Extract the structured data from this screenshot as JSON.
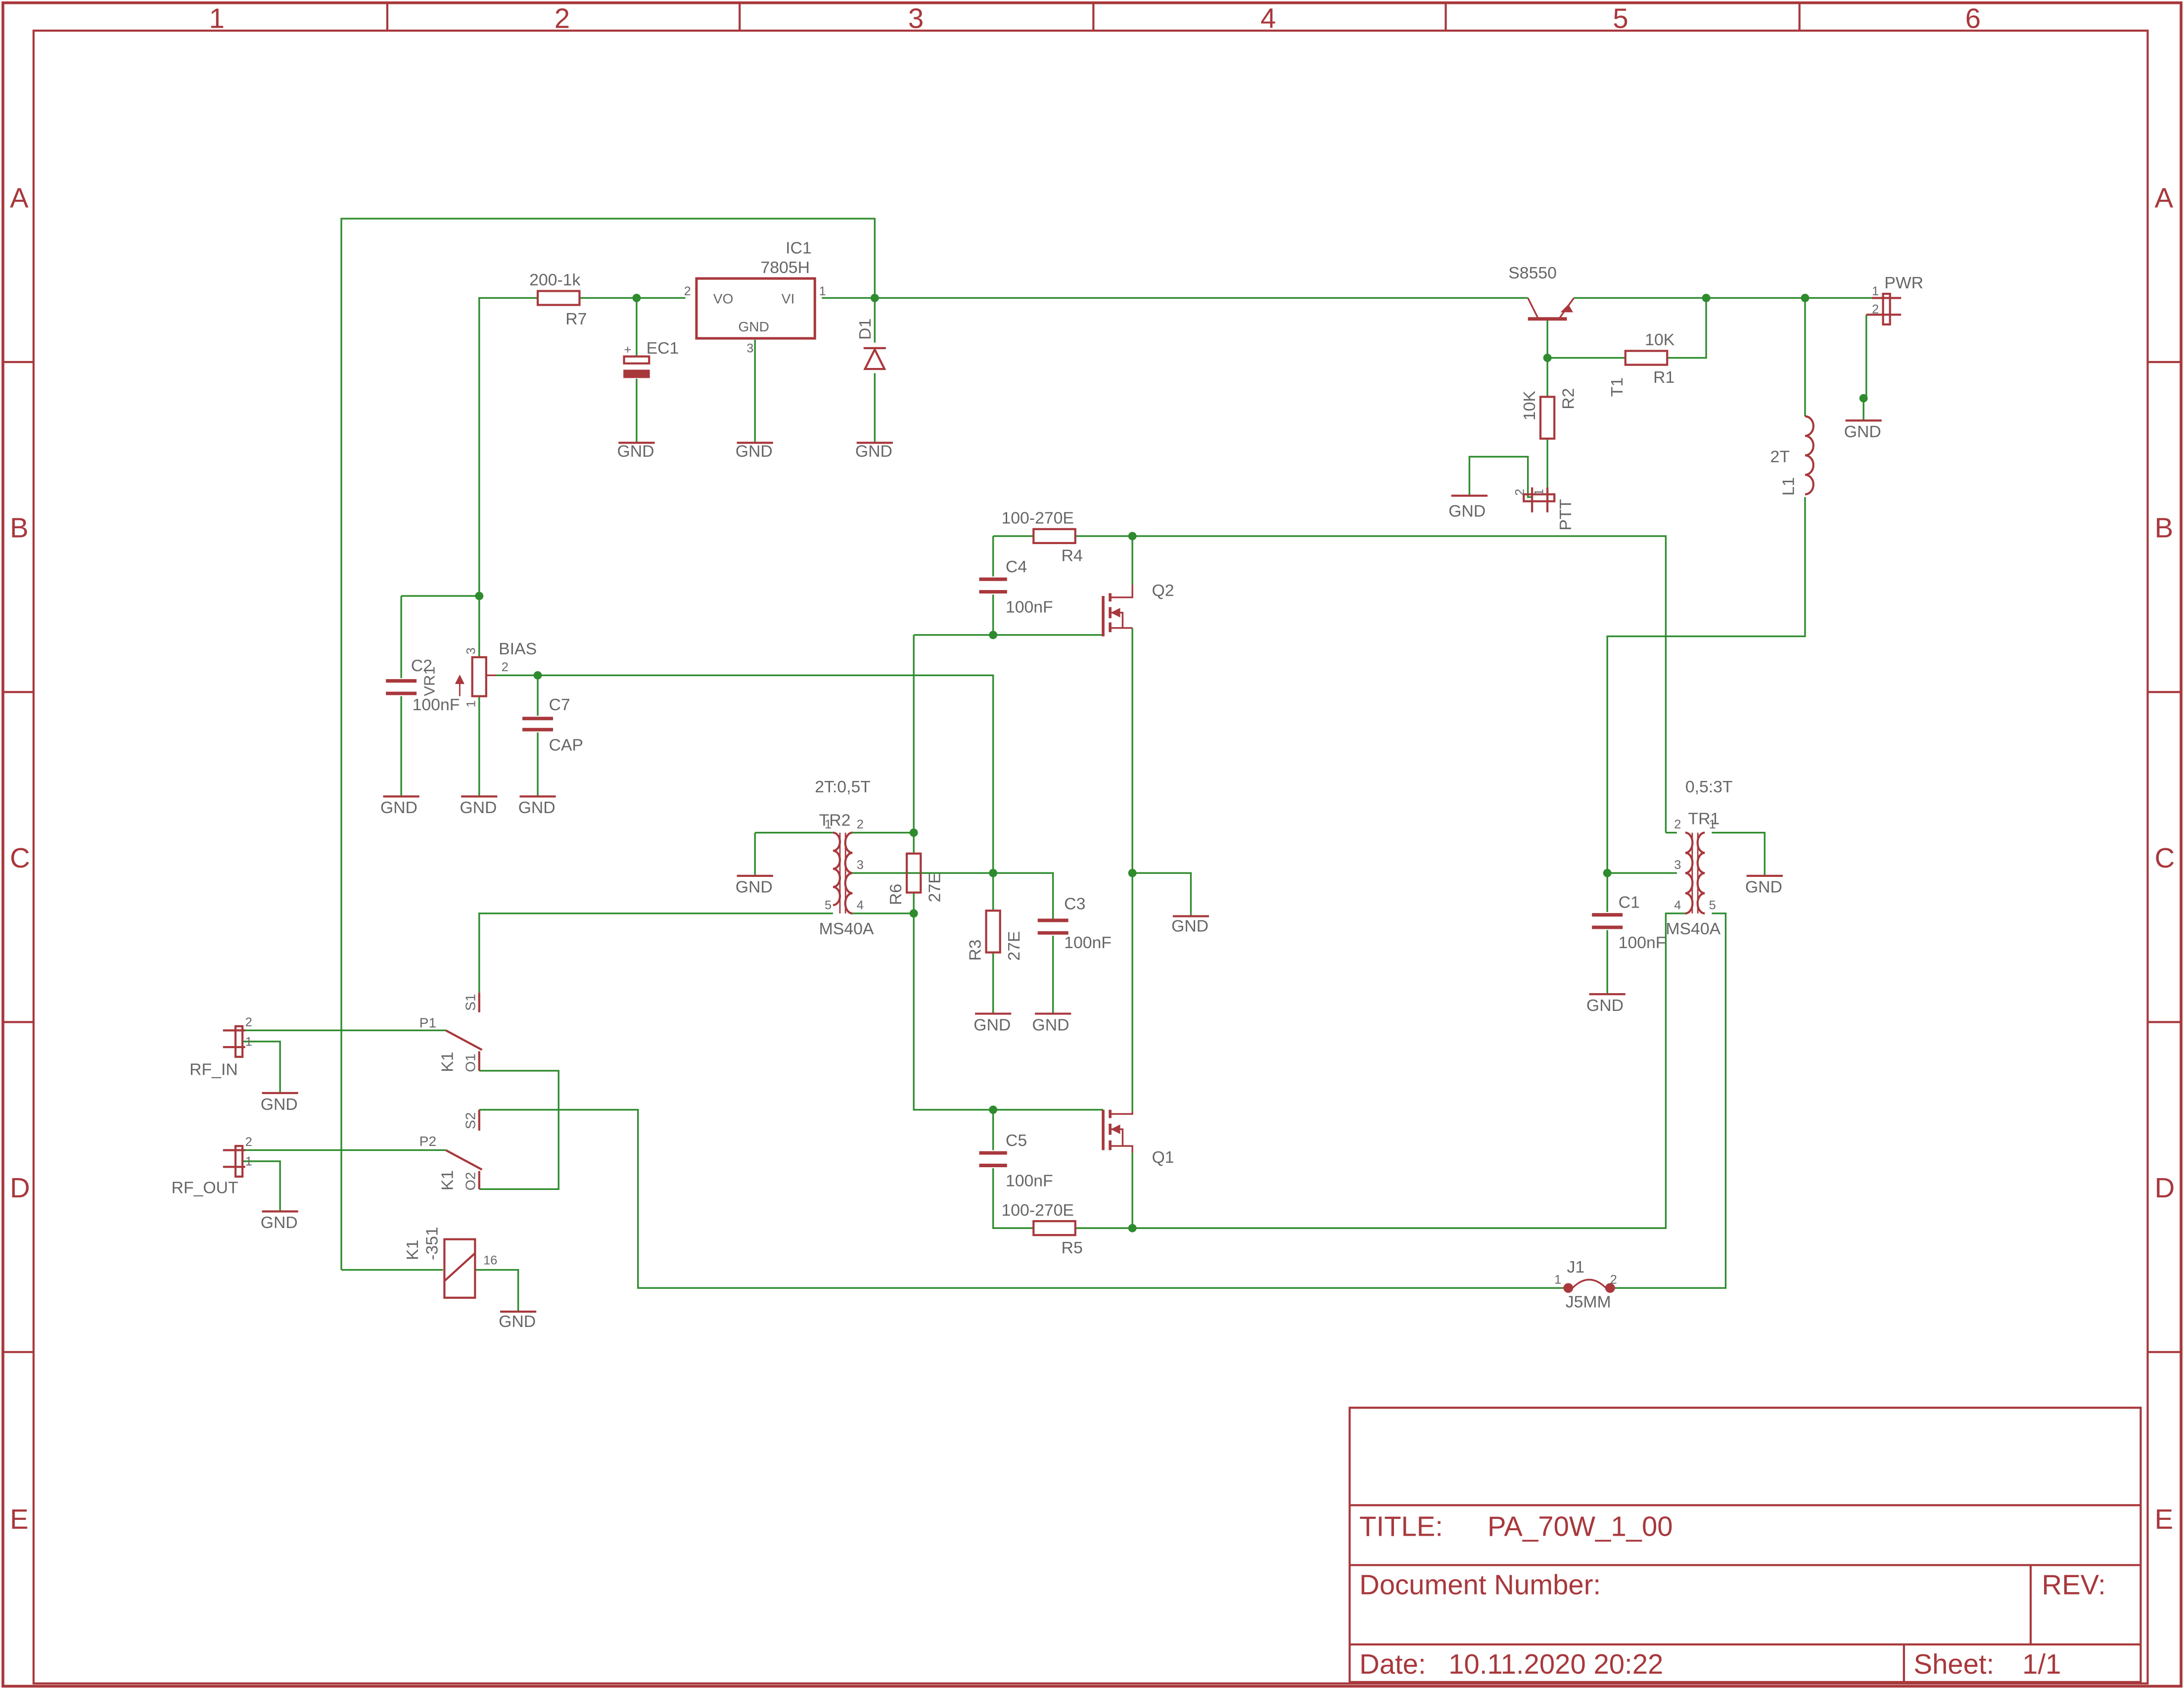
{
  "frame": {
    "columns": [
      "1",
      "2",
      "3",
      "4",
      "5",
      "6"
    ],
    "rows": [
      "A",
      "B",
      "C",
      "D",
      "E"
    ]
  },
  "title_block": {
    "title_label": "TITLE:",
    "title_value": "PA_70W_1_00",
    "docnum_label": "Document Number:",
    "rev_label": "REV:",
    "date_label": "Date:",
    "date_value": "10.11.2020 20:22",
    "sheet_label": "Sheet:",
    "sheet_value": "1/1"
  },
  "labels": {
    "r7_value": "200-1k",
    "r7_name": "R7",
    "ic1_name": "IC1",
    "ic1_value": "7805H",
    "ic1_pin_vo": "VO",
    "ic1_pin_vi": "VI",
    "ic1_pin_gnd": "GND",
    "ec1": "EC1",
    "d1": "D1",
    "t1_value": "S8550",
    "t1_name": "T1",
    "r1_value": "10K",
    "r1_name": "R1",
    "r2_value": "10K",
    "r2_name": "R2",
    "ptt": "PTT",
    "pwr": "PWR",
    "l1_value": "2T",
    "l1_name": "L1",
    "r4_value": "100-270E",
    "r4_name": "R4",
    "c4_name": "C4",
    "c4_value": "100nF",
    "q2": "Q2",
    "q1": "Q1",
    "c2_name": "C2",
    "c2_value": "100nF",
    "vr1_name": "VR1",
    "bias": "BIAS",
    "c7_name": "C7",
    "c7_value": "CAP",
    "tr2_ratio": "2T:0,5T",
    "tr2_name": "TR2",
    "tr2_value": "MS40A",
    "r6_name": "R6",
    "r6_value": "27E",
    "r3_name": "R3",
    "r3_value": "27E",
    "c3_name": "C3",
    "c3_value": "100nF",
    "tr1_ratio": "0,5:3T",
    "tr1_name": "TR1",
    "tr1_value": "MS40A",
    "c1_name": "C1",
    "c1_value": "100nF",
    "rf_in": "RF_IN",
    "rf_out": "RF_OUT",
    "p1": "P1",
    "p2": "P2",
    "s1": "S1",
    "s2": "S2",
    "o1": "O1",
    "o2": "O2",
    "k1": "K1",
    "k1_coil": "-351",
    "c5_name": "C5",
    "c5_value": "100nF",
    "r5_value": "100-270E",
    "r5_name": "R5",
    "j1_name": "J1",
    "j1_value": "J5MM",
    "gnd": "GND"
  },
  "pins": {
    "one": "1",
    "two": "2",
    "three": "3",
    "four": "4",
    "five": "5",
    "sixteen": "16"
  }
}
